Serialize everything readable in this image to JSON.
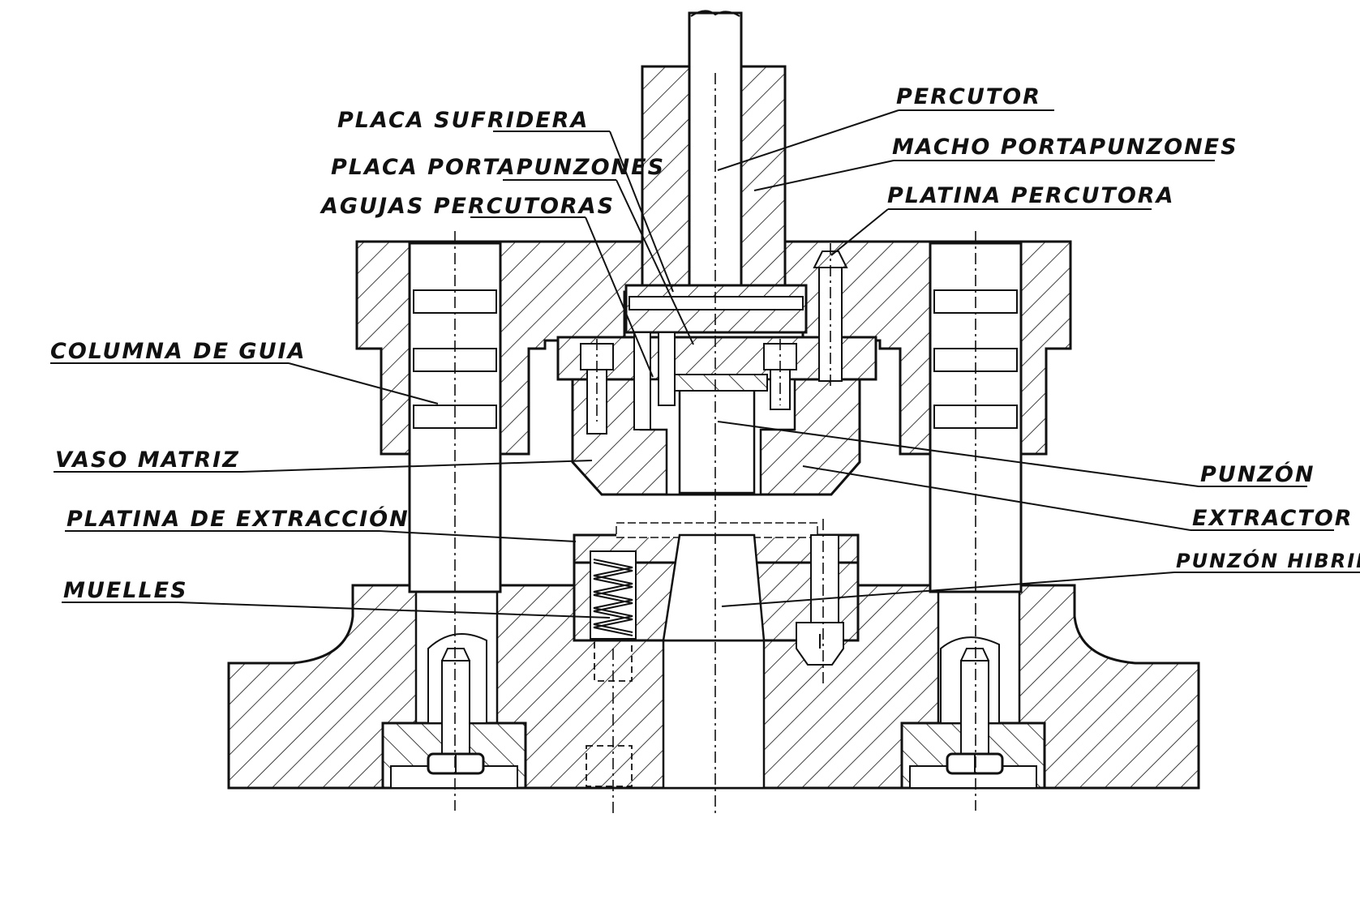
{
  "labels": {
    "placa_sufridera": "PLACA SUFRIDERA",
    "placa_portapunzones": "PLACA PORTAPUNZONES",
    "agujas_percutoras": "AGUJAS PERCUTORAS",
    "percutor": "PERCUTOR",
    "macho_portapunzones": "MACHO PORTAPUNZONES",
    "platina_percutora": "PLATINA PERCUTORA",
    "columna_de_guia": "COLUMNA DE GUIA",
    "vaso_matriz": "VASO MATRIZ",
    "platina_de_extraccion": "PLATINA DE EXTRACCIÓN",
    "muelles": "MUELLES",
    "punzon": "PUNZÓN",
    "extractor": "EXTRACTOR",
    "punzon_hibrido": "PUNZÓN HIBRIDO"
  }
}
